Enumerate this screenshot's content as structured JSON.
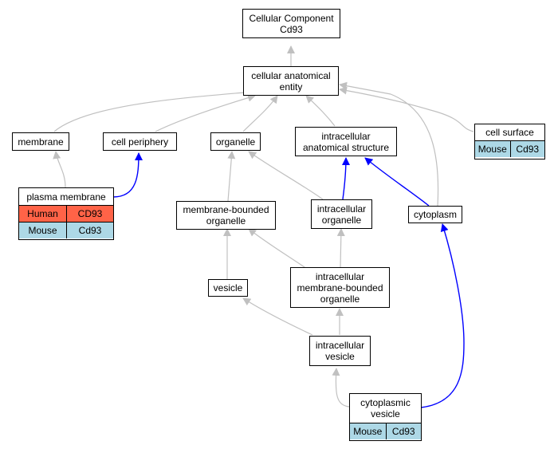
{
  "nodes": {
    "root": {
      "line1": "Cellular Component",
      "line2": "Cd93"
    },
    "cae": {
      "line1": "cellular anatomical",
      "line2": "entity"
    },
    "membrane": {
      "label": "membrane"
    },
    "cell_periphery": {
      "label": "cell periphery"
    },
    "organelle": {
      "label": "organelle"
    },
    "intracellular_anatomical_structure": {
      "line1": "intracellular",
      "line2": "anatomical structure"
    },
    "cell_surface": {
      "label": "cell surface",
      "rows": [
        {
          "species": "Mouse",
          "gene": "Cd93"
        }
      ]
    },
    "plasma_membrane": {
      "label": "plasma membrane",
      "rows": [
        {
          "species": "Human",
          "gene": "CD93"
        },
        {
          "species": "Mouse",
          "gene": "Cd93"
        }
      ]
    },
    "membrane_bounded_organelle": {
      "line1": "membrane-bounded",
      "line2": "organelle"
    },
    "intracellular_organelle": {
      "line1": "intracellular",
      "line2": "organelle"
    },
    "cytoplasm": {
      "label": "cytoplasm"
    },
    "vesicle": {
      "label": "vesicle"
    },
    "intracellular_membrane_bounded_organelle": {
      "line1": "intracellular",
      "line2": "membrane-bounded",
      "line3": "organelle"
    },
    "intracellular_vesicle": {
      "line1": "intracellular",
      "line2": "vesicle"
    },
    "cytoplasmic_vesicle": {
      "line1": "cytoplasmic",
      "line2": "vesicle",
      "rows": [
        {
          "species": "Mouse",
          "gene": "Cd93"
        }
      ]
    }
  },
  "colors": {
    "human": "#ff6347",
    "mouse": "#add8e6",
    "edge_gray": "#c0c0c0",
    "edge_blue": "#0000ff"
  }
}
